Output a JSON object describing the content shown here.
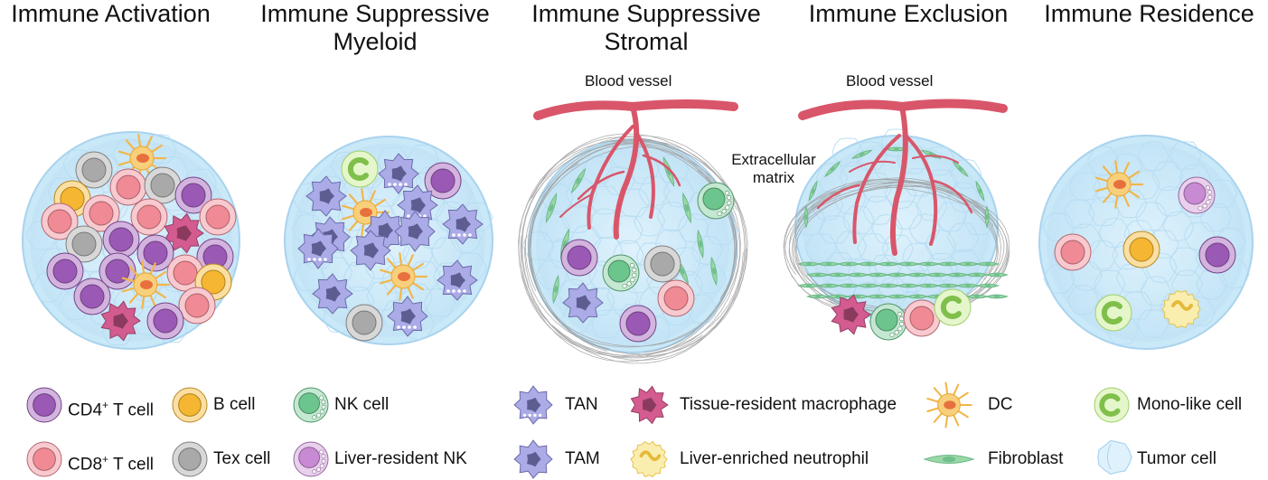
{
  "panels": [
    {
      "title_line1": "Immune Activation",
      "title_line2": ""
    },
    {
      "title_line1": "Immune Suppressive",
      "title_line2": "Myeloid"
    },
    {
      "title_line1": "Immune Suppressive",
      "title_line2": "Stromal"
    },
    {
      "title_line1": "Immune Exclusion",
      "title_line2": ""
    },
    {
      "title_line1": "Immune Residence",
      "title_line2": ""
    }
  ],
  "annotations": {
    "blood_vessel_1": "Blood vessel",
    "blood_vessel_2": "Blood vessel",
    "ecm_line1": "Extracellular",
    "ecm_line2": "matrix"
  },
  "legend": {
    "cd4_main": "CD4",
    "cd4_sup": "+",
    "cd4_tail": " T cell",
    "cd8_main": "CD8",
    "cd8_sup": "+",
    "cd8_tail": " T cell",
    "b_cell": "B cell",
    "tex_cell": "Tex cell",
    "nk_cell": "NK cell",
    "lr_nk": "Liver-resident NK",
    "tan": "TAN",
    "tam": "TAM",
    "trm": "Tissue-resident macrophage",
    "len": "Liver-enriched neutrophil",
    "dc": "DC",
    "fibroblast": "Fibroblast",
    "mono": "Mono-like cell",
    "tumor": "Tumor cell"
  },
  "colors": {
    "cd4": "#9b59b6",
    "cd8": "#f08a94",
    "b_cell": "#f5b731",
    "tex": "#a9a9a9",
    "nk": "#6cc58c",
    "lr_nk": "#c88ad3",
    "tan": "#8f8fe0",
    "trm": "#d45b8f",
    "len": "#f7e27a",
    "dc": "#f5b74a",
    "fibroblast": "#9ad8a6",
    "mono": "#cfeea0",
    "tumor": "#cde9f8",
    "vessel": "#d9566a"
  }
}
